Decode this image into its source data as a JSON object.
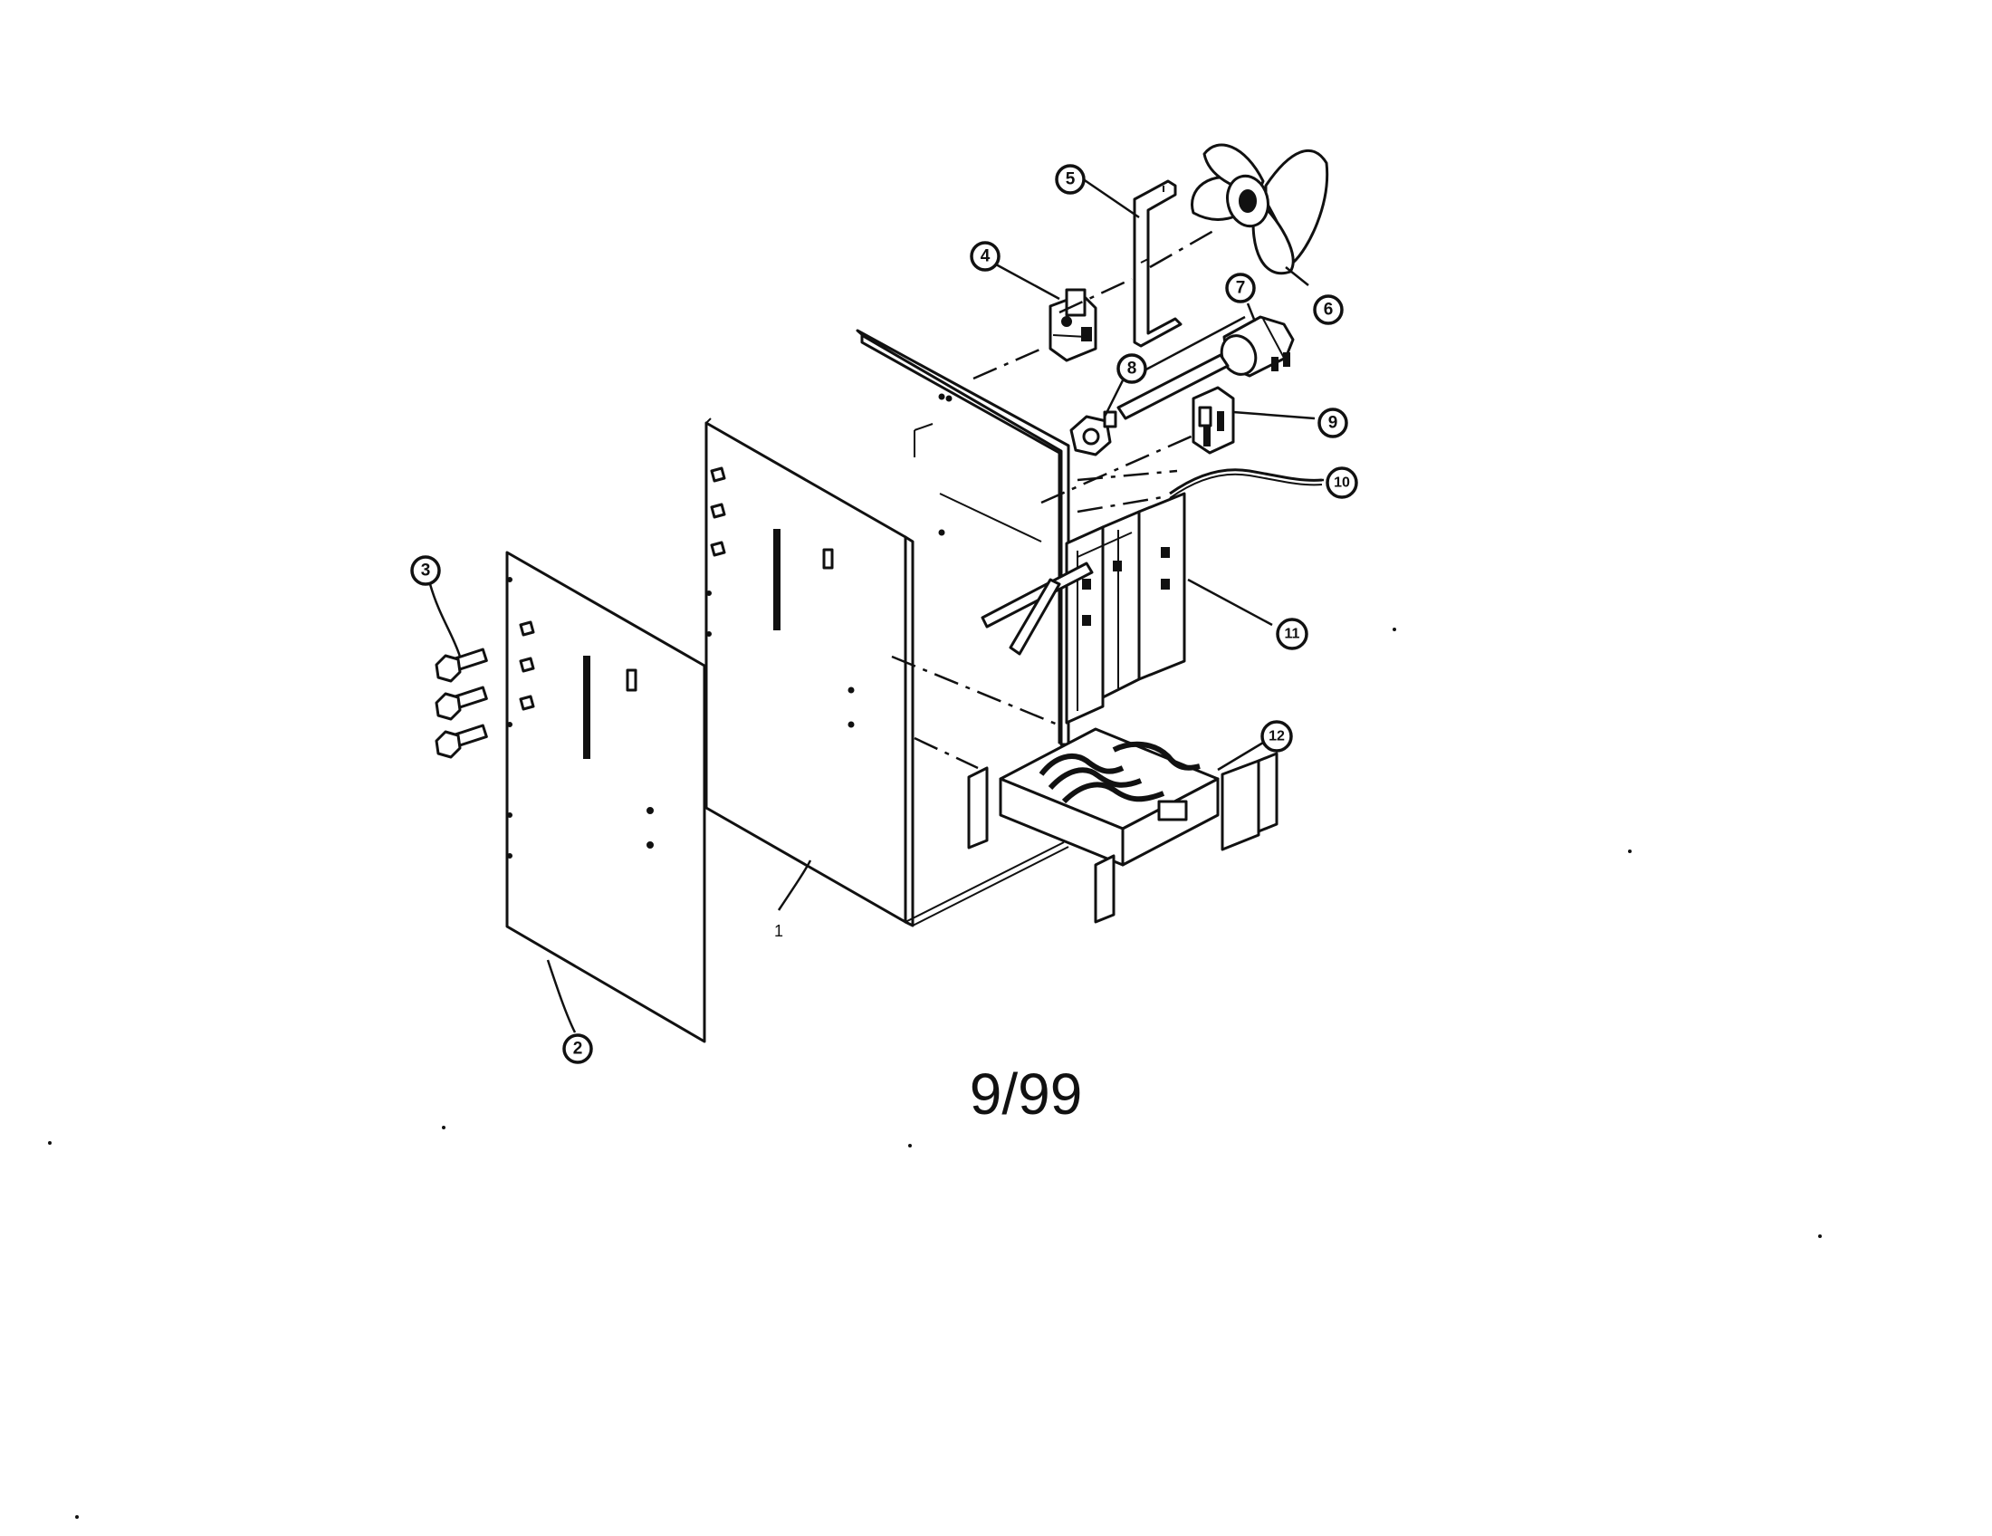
{
  "diagram": {
    "date_code": "9/99",
    "callouts": {
      "c1": "1",
      "c2": "2",
      "c3": "3",
      "c4": "4",
      "c5": "5",
      "c6": "6",
      "c7": "7",
      "c8": "8",
      "c9": "9",
      "c10": "10",
      "c11": "11",
      "c12": "12"
    }
  }
}
